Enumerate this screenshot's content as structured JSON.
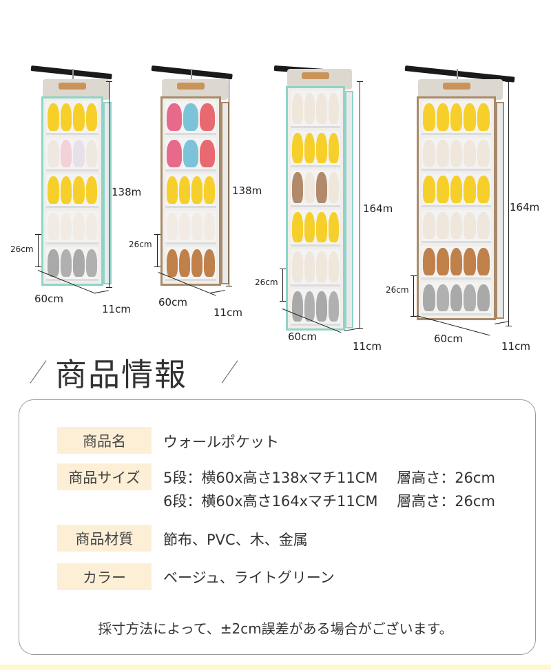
{
  "products": [
    {
      "name": "5-tier-lightgreen",
      "frame": "#8fd3c8",
      "rows": [
        [
          "#f7cf2a",
          "#f7cf2a",
          "#f7cf2a",
          "#f7cf2a"
        ],
        [
          "#f0e8e0",
          "#f4d0d8",
          "#e8e0e8",
          "#efe8e0"
        ],
        [
          "#f7cf2a",
          "#f7cf2a",
          "#f7cf2a",
          "#f7cf2a"
        ],
        [
          "#f2ebe3",
          "#f2ebe3",
          "#f2ebe3",
          "#f2ebe3"
        ],
        [
          "#a9a9a9",
          "#b0b0b0",
          "#a9a9a9",
          "#b0b0b0"
        ]
      ],
      "height": "138m",
      "tier": "26cm",
      "width": "60cm",
      "depth": "11cm"
    },
    {
      "name": "5-tier-beige",
      "frame": "#a88a68",
      "rows": [
        [
          "#e86a8a",
          "#7cc3d8",
          "#e86a70"
        ],
        [
          "#e86a8a",
          "#7cc3d8",
          "#e86a70"
        ],
        [
          "#f7cf2a",
          "#f7cf2a",
          "#f7cf2a",
          "#f7cf2a"
        ],
        [
          "#f2ebe3",
          "#f2ebe3",
          "#f2ebe3",
          "#f2ebe3"
        ],
        [
          "#c0804a",
          "#c0804a",
          "#c0804a",
          "#c0804a"
        ]
      ],
      "height": "138m",
      "tier": "26cm",
      "width": "60cm",
      "depth": "11cm"
    },
    {
      "name": "6-tier-lightgreen",
      "frame": "#8fd3c8",
      "rows": [
        [
          "#efe6dc",
          "#efe6dc",
          "#efe6dc",
          "#efe6dc"
        ],
        [
          "#f7cf2a",
          "#f7cf2a",
          "#f7cf2a",
          "#f7cf2a"
        ],
        [
          "#b08a6a",
          "#efe6dc",
          "#b08a6a",
          "#efe6dc"
        ],
        [
          "#f7cf2a",
          "#f7cf2a",
          "#f7cf2a",
          "#f7cf2a"
        ],
        [
          "#efe6dc",
          "#efe6dc",
          "#efe6dc",
          "#efe6dc"
        ],
        [
          "#a9a9a9",
          "#b0b0b0",
          "#a9a9a9",
          "#b0b0b0"
        ]
      ],
      "height": "164m",
      "tier": "26cm",
      "width": "60cm",
      "depth": "11cm"
    },
    {
      "name": "6-tier-beige",
      "frame": "#a88a68",
      "rows": [
        [
          "#f7cf2a",
          "#f7cf2a",
          "#f7cf2a",
          "#f7cf2a",
          "#f7cf2a"
        ],
        [
          "#efe6dc",
          "#efe6dc",
          "#efe6dc",
          "#efe6dc",
          "#efe6dc"
        ],
        [
          "#f7cf2a",
          "#f7cf2a",
          "#f7cf2a",
          "#f7cf2a",
          "#f7cf2a"
        ],
        [
          "#efe6dc",
          "#efe6dc",
          "#efe6dc",
          "#efe6dc",
          "#efe6dc"
        ],
        [
          "#c0804a",
          "#c0804a",
          "#c0804a",
          "#c0804a",
          "#c0804a"
        ],
        [
          "#a9a9a9",
          "#b0b0b0",
          "#a9a9a9",
          "#b0b0b0",
          "#a9a9a9"
        ]
      ],
      "height": "164m",
      "tier": "26cm",
      "width": "60cm",
      "depth": "11cm"
    }
  ],
  "section_title": "商品情報",
  "info": {
    "name_label": "商品名",
    "name_value": "ウォールポケット",
    "size_label": "商品サイズ",
    "size_5": "5段：横60x高さ138xマチ11CM　 層高さ：26cm",
    "size_6": "6段：横60x高さ164xマチ11CM　 層高さ：26cm",
    "material_label": "商品材質",
    "material_value": "節布、PVC、木、金属",
    "color_label": "カラー",
    "color_value": "ベージュ、ライトグリーン"
  },
  "note": "採寸方法によって、±2cm誤差がある場合がございます。"
}
